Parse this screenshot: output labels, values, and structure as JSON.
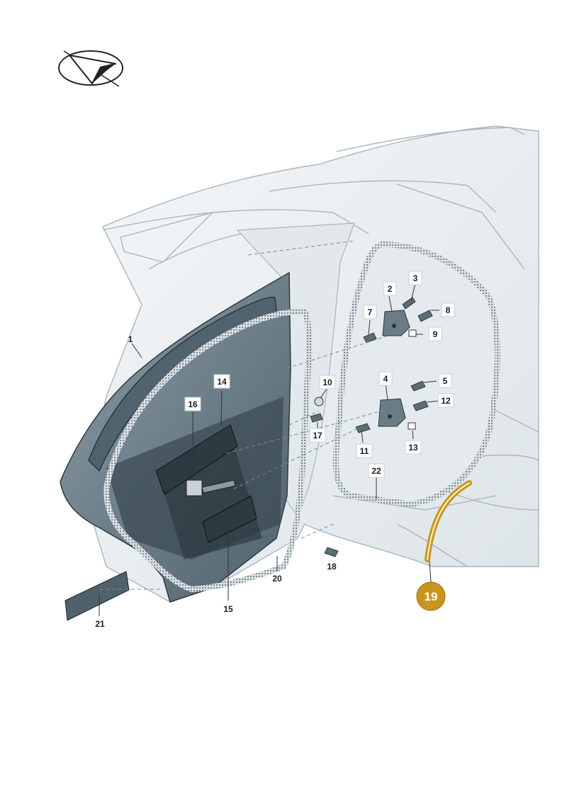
{
  "logo": {
    "icon": "direction-arrow-logo-icon"
  },
  "colors": {
    "body_outline": "#aab6bd",
    "body_fill": "#e9eef1",
    "door_dark": "#5d707b",
    "seal": "#6a7a83",
    "highlight": "#c8961e"
  },
  "callouts": [
    {
      "id": "1",
      "text": "1",
      "boxed": false
    },
    {
      "id": "2",
      "text": "2",
      "boxed": true
    },
    {
      "id": "3",
      "text": "3",
      "boxed": true
    },
    {
      "id": "4",
      "text": "4",
      "boxed": true
    },
    {
      "id": "5",
      "text": "5",
      "boxed": true
    },
    {
      "id": "7",
      "text": "7",
      "boxed": true
    },
    {
      "id": "8",
      "text": "8",
      "boxed": true
    },
    {
      "id": "9",
      "text": "9",
      "boxed": true
    },
    {
      "id": "10",
      "text": "10",
      "boxed": true
    },
    {
      "id": "11",
      "text": "11",
      "boxed": true
    },
    {
      "id": "12",
      "text": "12",
      "boxed": true
    },
    {
      "id": "13",
      "text": "13",
      "boxed": true
    },
    {
      "id": "14",
      "text": "14",
      "boxed": true
    },
    {
      "id": "15",
      "text": "15",
      "boxed": false
    },
    {
      "id": "16",
      "text": "16",
      "boxed": true
    },
    {
      "id": "17",
      "text": "17",
      "boxed": true
    },
    {
      "id": "18",
      "text": "18",
      "boxed": false
    },
    {
      "id": "20",
      "text": "20",
      "boxed": false
    },
    {
      "id": "21",
      "text": "21",
      "boxed": false
    },
    {
      "id": "22",
      "text": "22",
      "boxed": true
    }
  ],
  "highlighted_callout": {
    "id": "19",
    "text": "19"
  }
}
